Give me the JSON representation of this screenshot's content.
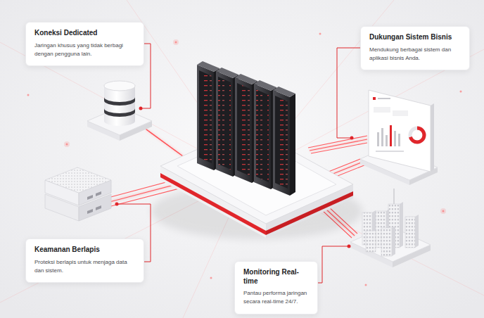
{
  "diagram": {
    "nodes": [
      {
        "text": [
          "Koneksi Dedicated",
          "Jaringan khusus yang tidak berbagi dengan pengguna lain."
        ]
      },
      {
        "text": [
          "Dukungan Sistem Bisnis",
          "Mendukung berbagai sistem dan aplikasi bisnis Anda."
        ]
      },
      {
        "text": [
          "Keamanan Berlapis",
          "Proteksi berlapis untuk menjaga data dan sistem."
        ]
      },
      {
        "text": [
          "Monitoring Real-time",
          "Pantau performa jaringan secara real-time 24/7."
        ]
      }
    ]
  }
}
